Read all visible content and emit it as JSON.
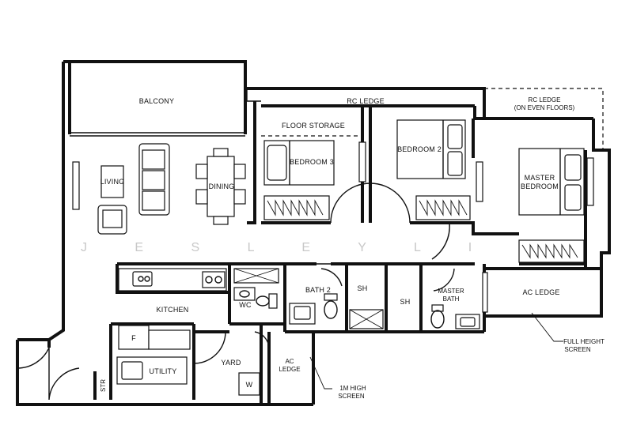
{
  "watermark": "J E S L E Y   L I M",
  "rooms": {
    "balcony": "BALCONY",
    "rc_ledge": "RC LEDGE",
    "rc_ledge_even_1": "RC LEDGE",
    "rc_ledge_even_2": "(ON EVEN FLOORS)",
    "floor_storage": "FLOOR STORAGE",
    "living": "LIVING",
    "dining": "DINING",
    "bedroom3": "BEDROOM 3",
    "bedroom2": "BEDROOM 2",
    "master_bedroom_1": "MASTER",
    "master_bedroom_2": "BEDROOM",
    "kitchen": "KITCHEN",
    "wc": "WC",
    "bath2": "BATH 2",
    "sh1": "SH",
    "sh2": "SH",
    "master_bath_1": "MASTER",
    "master_bath_2": "BATH",
    "ac_ledge_right": "AC LEDGE",
    "ac_ledge_bottom_1": "AC",
    "ac_ledge_bottom_2": "LEDGE",
    "utility": "UTILITY",
    "yard": "YARD",
    "fridge": "F",
    "washer": "W",
    "store": "STR"
  },
  "notes": {
    "full_height_1": "FULL HEIGHT",
    "full_height_2": "SCREEN",
    "one_m_1": "1M HIGH",
    "one_m_2": "SCREEN"
  }
}
